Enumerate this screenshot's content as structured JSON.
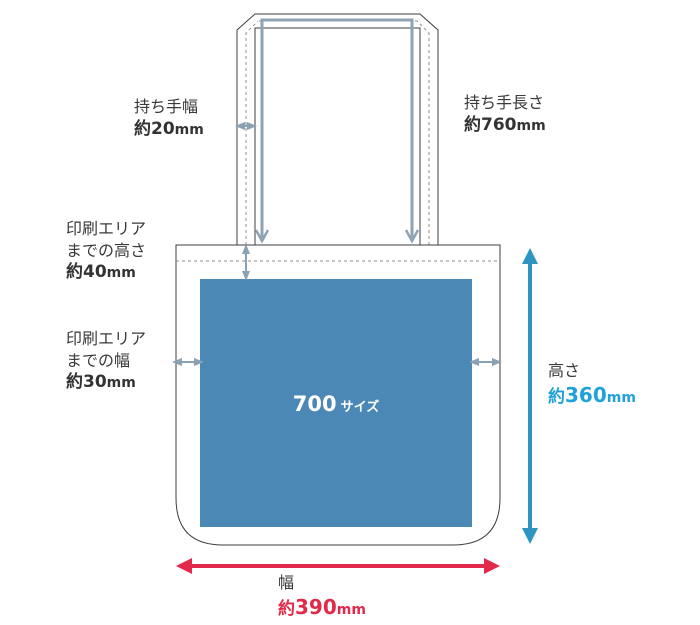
{
  "colors": {
    "outline": "#3d3d3d",
    "dashed": "#8e8e8e",
    "handle_gray": "#8fa3b4",
    "arrow_gray": "#8aa0b3",
    "print_area": "#4c88b5",
    "height_arrow": "#2f94c2",
    "width_arrow": "#e3294a",
    "height_value": "#1fa1d9",
    "width_value": "#e3294a"
  },
  "labels": {
    "handle_width": {
      "name": "持ち手幅",
      "prefix": "約",
      "number": "20",
      "unit": "mm"
    },
    "handle_length": {
      "name": "持ち手長さ",
      "prefix": "約",
      "number": "760",
      "unit": "mm"
    },
    "print_top": {
      "name_line1": "印刷エリア",
      "name_line2": "までの高さ",
      "prefix": "約",
      "number": "40",
      "unit": "mm"
    },
    "print_side": {
      "name_line1": "印刷エリア",
      "name_line2": "までの幅",
      "prefix": "約",
      "number": "30",
      "unit": "mm"
    },
    "height": {
      "name": "高さ",
      "prefix": "約",
      "number": "360",
      "unit": "mm"
    },
    "width": {
      "name": "幅",
      "prefix": "約",
      "number": "390",
      "unit": "mm"
    }
  },
  "print_area": {
    "size": "700",
    "suffix": "サイズ"
  }
}
